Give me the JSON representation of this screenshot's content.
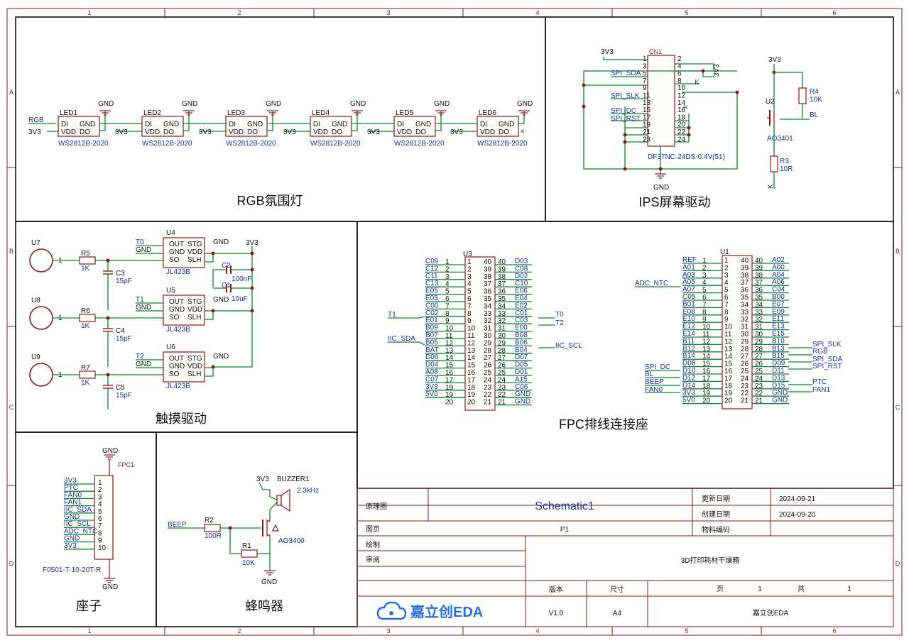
{
  "border": {
    "columns": [
      "1",
      "2",
      "3",
      "4",
      "5",
      "6"
    ],
    "rows": [
      "A",
      "B",
      "C",
      "D"
    ]
  },
  "panels": {
    "rgb": "RGB氛围灯",
    "ips": "IPS屏幕驱动",
    "touch": "触摸驱动",
    "fpc": "FPC排线连接座",
    "socket": "座子",
    "buzzer": "蜂鸣器"
  },
  "nets": {
    "v33": "3V3",
    "gnd": "GND",
    "v50": "5V0",
    "rgb": "RGB",
    "t0": "T0",
    "t1": "T1",
    "t2": "T2",
    "beep": "BEEP",
    "k": "K",
    "bl": "BL",
    "iic_sda": "IIC_SDA",
    "iic_scl": "IIC_SCL",
    "adc_ntc": "ADC_NTC",
    "spi_sda": "SPI_SDA",
    "spi_slk": "SPI_SLK",
    "spi_dc": "SPI_DC",
    "spi_rst": "SPI_RST",
    "ptc": "PTC",
    "fan0": "FAN0",
    "fan1": "FAN1",
    "ref": "REF"
  },
  "leds": [
    {
      "ref": "LED1",
      "part": "WS2812B-2020"
    },
    {
      "ref": "LED2",
      "part": "WS2812B-2020"
    },
    {
      "ref": "LED3",
      "part": "WS2812B-2020"
    },
    {
      "ref": "LED4",
      "part": "WS2812B-2020"
    },
    {
      "ref": "LED5",
      "part": "WS2812B-2020"
    },
    {
      "ref": "LED6",
      "part": "WS2812B-2020"
    }
  ],
  "led_pins": {
    "di": "DI",
    "gnd": "GND",
    "vdd": "VDD",
    "do": "DO"
  },
  "cn1": {
    "ref": "CN1",
    "part": "DF37NC-24DS-0.4V(51)"
  },
  "q_bl": {
    "ref": "U2",
    "part": "AO3401"
  },
  "r4": {
    "ref": "R4",
    "value": "10K"
  },
  "r3": {
    "ref": "R3",
    "value": "10R"
  },
  "touch_ics": [
    {
      "ref": "U4",
      "part": "JL423B",
      "net": "T0"
    },
    {
      "ref": "U5",
      "part": "JL423B",
      "net": "T1"
    },
    {
      "ref": "U6",
      "part": "JL423B",
      "net": "T2"
    }
  ],
  "touch_pins": {
    "out": "OUT",
    "stg": "STG",
    "gnd": "GND",
    "vdd": "VDD",
    "so": "SO",
    "slh": "SLH"
  },
  "pads": [
    {
      "ref": "U7",
      "r": "R5",
      "rv": "1K",
      "c": "C3",
      "cv": "15pF"
    },
    {
      "ref": "U8",
      "r": "R6",
      "rv": "1K",
      "c": "C4",
      "cv": "15pF"
    },
    {
      "ref": "U9",
      "r": "R7",
      "rv": "1K",
      "c": "C5",
      "cv": "15pF"
    }
  ],
  "c2": {
    "ref": "C2",
    "value": "100nF"
  },
  "c1": {
    "ref": "C1",
    "value": "10uF"
  },
  "u3": {
    "ref": "U3",
    "left": [
      "C09",
      "C12",
      "C11",
      "C13",
      "E05",
      "E03",
      "C00",
      "C02",
      "E01",
      "B09",
      "B07",
      "B05",
      "BAT",
      "D06",
      "D04",
      "A08",
      "C07",
      "3V3",
      "5V0"
    ],
    "right": [
      "D03",
      "C08",
      "D02",
      "C10",
      "E06",
      "E04",
      "E02",
      "C01",
      "C03",
      "E00",
      "B08",
      "B06",
      "B04",
      "D07",
      "D05",
      "D01",
      "A15",
      "C06",
      "GND",
      "GND"
    ]
  },
  "u1": {
    "ref": "U1",
    "left": [
      "REF",
      "A01",
      "A03",
      "A05",
      "A07",
      "C05",
      "B01",
      "E08",
      "E10",
      "E12",
      "E14",
      "B11",
      "B12",
      "B14",
      "D08",
      "D10",
      "D12",
      "D14",
      "3V3",
      "5V0"
    ],
    "right": [
      "A02",
      "A00",
      "A04",
      "A06",
      "C04",
      "B00",
      "E07",
      "E09",
      "E11",
      "E13",
      "E15",
      "B10",
      "B13",
      "B15",
      "D09",
      "D11",
      "D13",
      "D15",
      "GND",
      "GND"
    ]
  },
  "fpc1": {
    "ref": "FPC1",
    "part": "F0501-T-10-20T-R",
    "pins": [
      "3V3",
      "PTC",
      "FAN0",
      "FAN1",
      "IIC_SDA",
      "GND",
      "IIC_SCL",
      "ADC_NTC",
      "GND",
      "3V3"
    ]
  },
  "buzzer": {
    "ref": "BUZZER1",
    "freq": "2.3kHz",
    "r2": "R2",
    "r2v": "100R",
    "r1": "R1",
    "r1v": "10K",
    "q": "AO3400"
  },
  "title_block": {
    "schematic_label": "原理图",
    "schematic": "Schematic1",
    "page_label": "图页",
    "page": "P1",
    "update_label": "更新日期",
    "update": "2024-09-21",
    "create_label": "创建日期",
    "create": "2024-09-20",
    "material_label": "物料编码",
    "draw_label": "绘制",
    "review_label": "审阅",
    "project": "3D打印耗材干燥箱",
    "version_label": "版本",
    "version": "V1.0",
    "size_label": "尺寸",
    "size": "A4",
    "pg_label": "页",
    "pg": "1",
    "of_label": "共",
    "of": "1",
    "brand": "嘉立创EDA",
    "logo": "嘉立创EDA"
  }
}
